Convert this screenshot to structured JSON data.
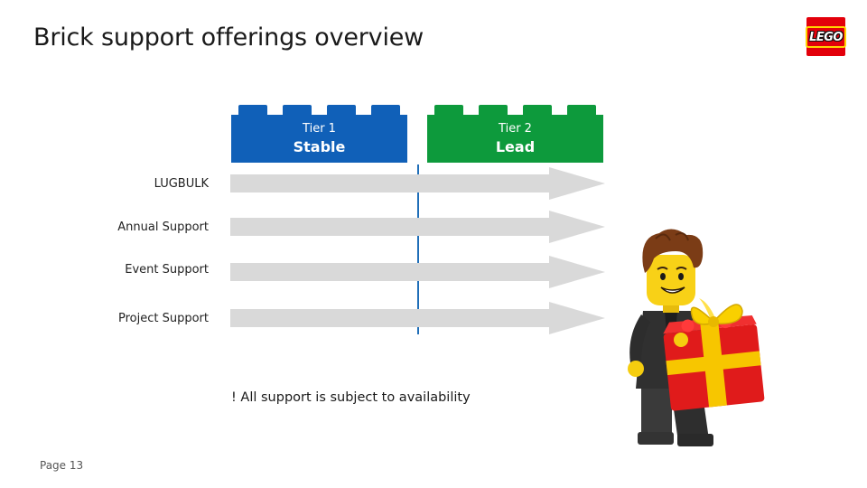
{
  "slide": {
    "title": "Brick support offerings overview",
    "page_label": "Page 13"
  },
  "logo": {
    "text": "LEGO",
    "color": "#e3000b",
    "accent": "#ffd500"
  },
  "tiers": [
    {
      "level": "Tier 1",
      "name": "Stable",
      "color": "#1060b8"
    },
    {
      "level": "Tier 2",
      "name": "Lead",
      "color": "#0d9a3c"
    }
  ],
  "rows": [
    {
      "label": "LUGBULK"
    },
    {
      "label": "Annual Support"
    },
    {
      "label": "Event Support"
    },
    {
      "label": "Project Support"
    }
  ],
  "disclaimer": "! All support is subject to availability",
  "illustration": {
    "icon": "minifigure-with-gift-icon"
  }
}
